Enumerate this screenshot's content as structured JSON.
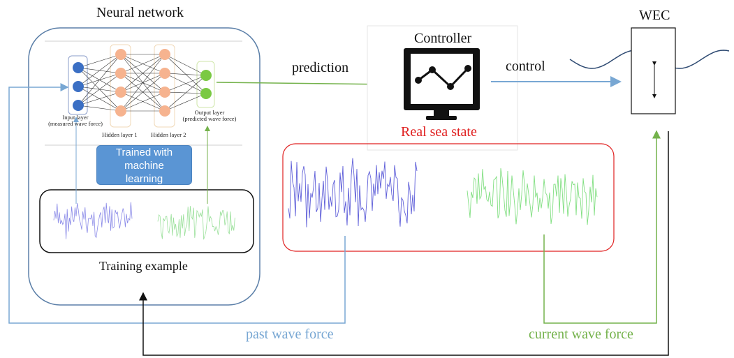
{
  "neural_network": {
    "title": "Neural network",
    "input_layer_label_line1": "Input layer",
    "input_layer_label_line2": "(measured wave force)",
    "hidden_layer_1_label": "Hidden layer 1",
    "hidden_layer_2_label": "Hidden layer 2",
    "output_layer_label_line1": "Output layer",
    "output_layer_label_line2": "(predicted wave force)",
    "trained_box_line1": "Trained with",
    "trained_box_line2": "machine",
    "trained_box_line3": "learning",
    "training_example_label": "Training example"
  },
  "arrows": {
    "prediction_label": "prediction",
    "control_label": "control",
    "past_wave_force_label": "past wave force",
    "current_wave_force_label": "current wave force"
  },
  "controller": {
    "title": "Controller",
    "real_sea_state_label": "Real sea state"
  },
  "wec": {
    "title": "WEC"
  },
  "colors": {
    "blue": "#78a7d3",
    "green": "#74b24b",
    "red": "#e02020",
    "input_node": "#3b6fc4",
    "hidden_node": "#f6b38f",
    "output_node": "#7ac943",
    "past_signal": "#7a7ae8",
    "current_signal": "#8ce08c"
  }
}
